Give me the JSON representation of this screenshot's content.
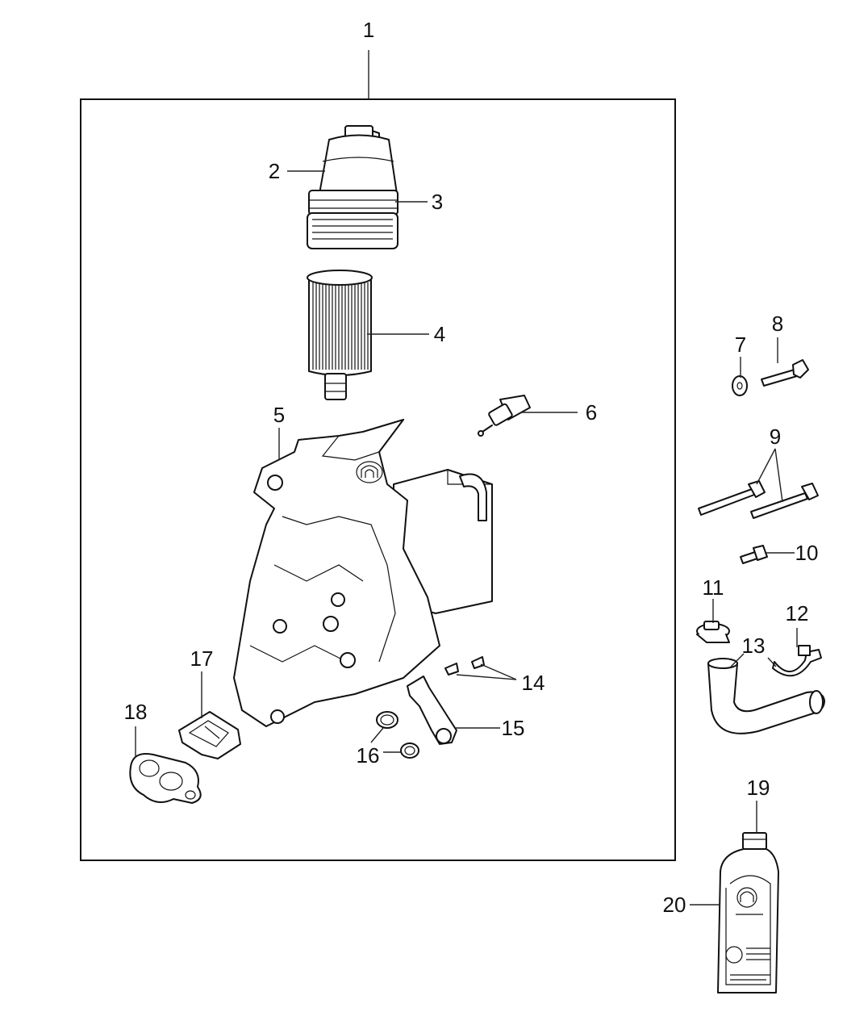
{
  "callouts": {
    "c1": "1",
    "c2": "2",
    "c3": "3",
    "c4": "4",
    "c5": "5",
    "c6": "6",
    "c7": "7",
    "c8": "8",
    "c9": "9",
    "c10": "10",
    "c11": "11",
    "c12": "12",
    "c13": "13",
    "c14": "14",
    "c15": "15",
    "c16": "16",
    "c17": "17",
    "c18": "18",
    "c19": "19",
    "c20": "20"
  },
  "icons": {
    "brand_logo": "mopar-logo-icon"
  }
}
